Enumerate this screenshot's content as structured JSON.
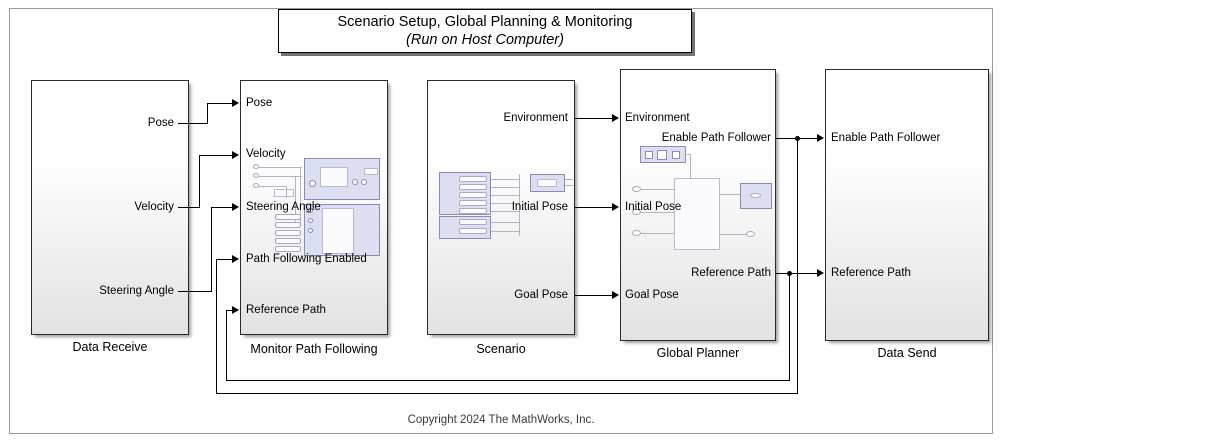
{
  "diagram": {
    "title_line1": "Scenario Setup, Global Planning & Monitoring",
    "title_line2": "(Run on Host Computer)",
    "footer": "Copyright 2024 The MathWorks, Inc.",
    "colors": {
      "block_border": "#2b2b2b",
      "block_fill_top": "#ffffff",
      "block_fill_bottom": "#e2e2e2",
      "wire": "#000000",
      "thumb_lavender": "#dcdff1",
      "thumb_lavender_border": "#8c8cb0",
      "frame_border": "#9a9a9a",
      "canvas": "#ffffff"
    }
  },
  "blocks": [
    {
      "id": "data-receive",
      "label": "Data Receive",
      "inputs": [],
      "outputs": [
        "Pose",
        "Velocity",
        "Steering Angle"
      ]
    },
    {
      "id": "monitor-path-following",
      "label": "Monitor Path Following",
      "inputs": [
        "Pose",
        "Velocity",
        "Steering Angle",
        "Path Following Enabled",
        "Reference Path"
      ],
      "outputs": []
    },
    {
      "id": "scenario",
      "label": "Scenario",
      "inputs": [],
      "outputs": [
        "Environment",
        "Initial Pose",
        "Goal Pose"
      ]
    },
    {
      "id": "global-planner",
      "label": "Global Planner",
      "inputs": [
        "Environment",
        "Initial Pose",
        "Goal Pose"
      ],
      "outputs": [
        "Enable Path Follower",
        "Reference Path"
      ]
    },
    {
      "id": "data-send",
      "label": "Data Send",
      "inputs": [
        "Enable Path Follower",
        "Reference Path"
      ],
      "outputs": []
    }
  ],
  "signals": [
    {
      "from": "Data Receive.Pose",
      "to": "Monitor Path Following.Pose"
    },
    {
      "from": "Data Receive.Velocity",
      "to": "Monitor Path Following.Velocity"
    },
    {
      "from": "Data Receive.Steering Angle",
      "to": "Monitor Path Following.Steering Angle"
    },
    {
      "from": "Scenario.Environment",
      "to": "Global Planner.Environment"
    },
    {
      "from": "Scenario.Initial Pose",
      "to": "Global Planner.Initial Pose"
    },
    {
      "from": "Scenario.Goal Pose",
      "to": "Global Planner.Goal Pose"
    },
    {
      "from": "Global Planner.Enable Path Follower",
      "to": "Data Send.Enable Path Follower"
    },
    {
      "from": "Global Planner.Reference Path",
      "to": "Data Send.Reference Path"
    },
    {
      "from": "Global Planner.Enable Path Follower",
      "to": "Monitor Path Following.Path Following Enabled"
    },
    {
      "from": "Global Planner.Reference Path",
      "to": "Monitor Path Following.Reference Path"
    }
  ]
}
